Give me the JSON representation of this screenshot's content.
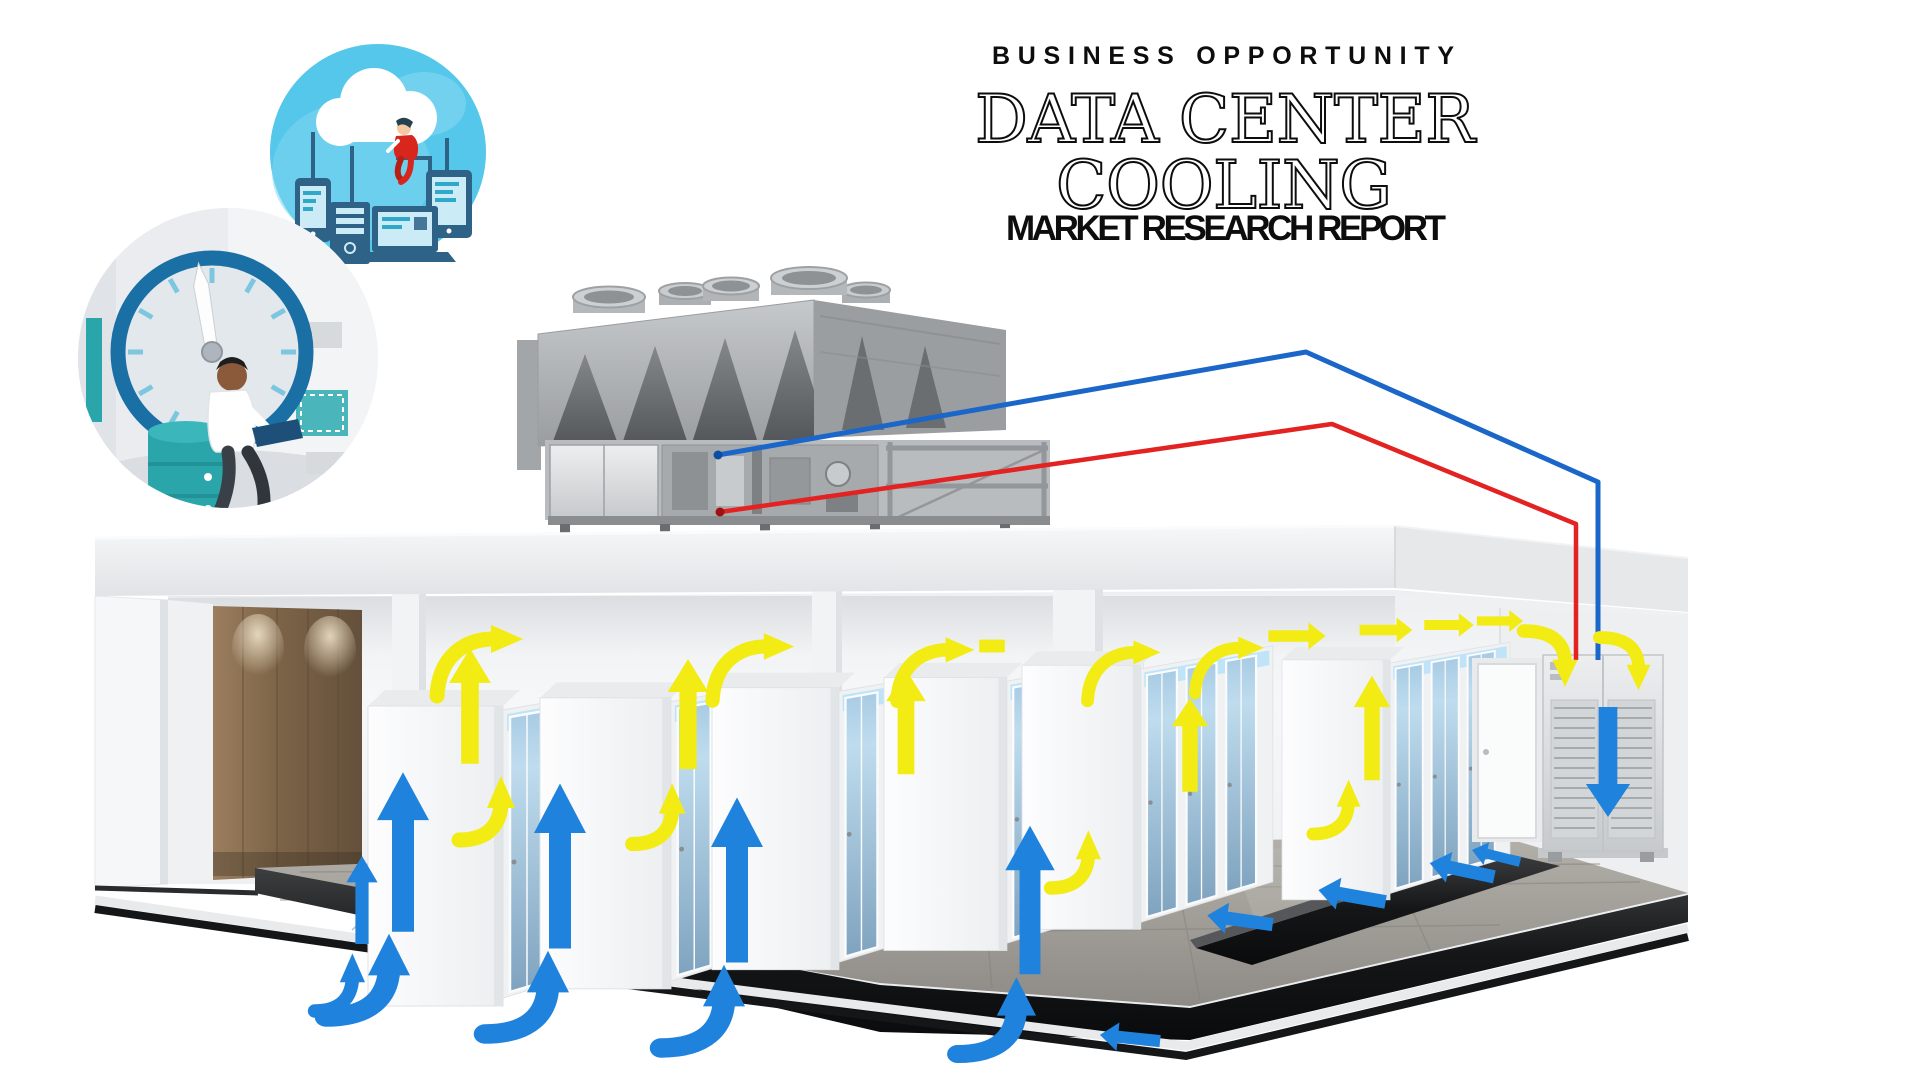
{
  "header": {
    "eyebrow": "BUSINESS OPPORTUNITY",
    "title_line1": "DATA CENTER",
    "title_line2": "COOLING",
    "subtitle": "MARKET RESEARCH REPORT"
  },
  "palette": {
    "hot_air_yellow": "#F2EB14",
    "cold_air_blue": "#1F83DD",
    "pipe_return_red": "#E32222",
    "pipe_supply_blue": "#1B66C9",
    "badge_sky_blue": "#55C7EA",
    "badge_teal": "#2AA5AA",
    "clock_ring_blue": "#1A6FA4",
    "figure_red": "#D8261C",
    "ink_black": "#0D0D0D"
  },
  "icons": [
    "cloud-computing-badge-icon",
    "uptime-clock-badge-icon",
    "rooftop-chiller-icon",
    "hot-air-arrow-icon",
    "cold-air-arrow-icon",
    "server-rack-row-icon",
    "crac-cooling-unit-icon",
    "raised-floor-plenum-icon",
    "coolant-pipe-icon"
  ]
}
